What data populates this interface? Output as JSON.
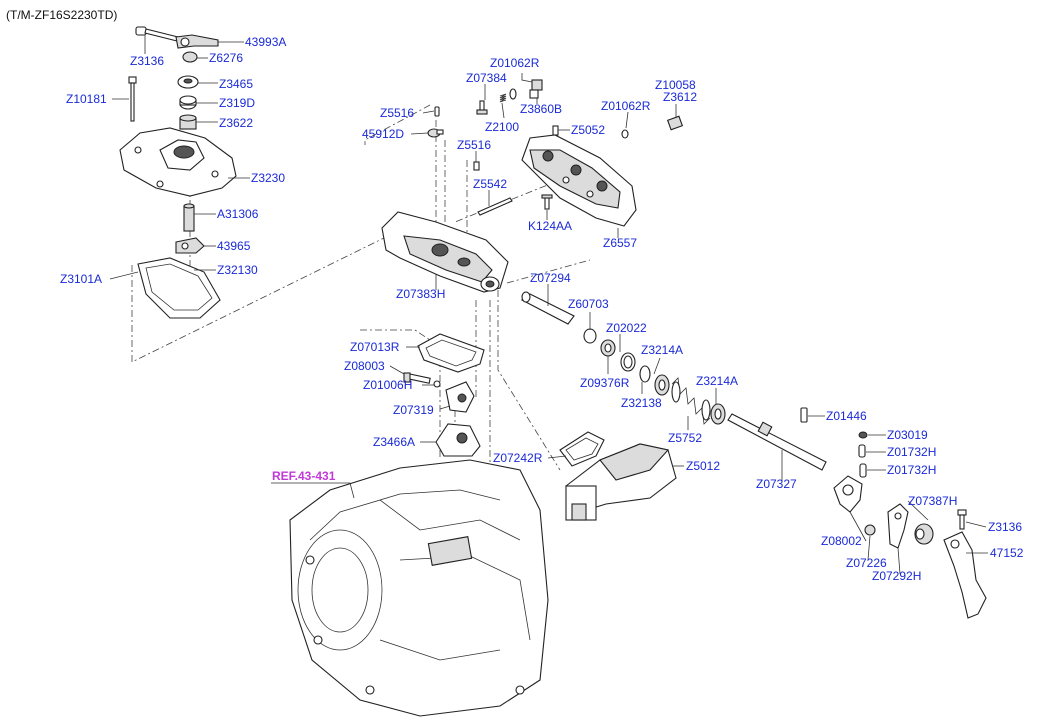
{
  "header": {
    "model": "(T/M-ZF16S2230TD)"
  },
  "ref_label": "REF.43-431",
  "colors": {
    "label": "#1a2ad6",
    "ref": "#c03ad8",
    "line": "#333333"
  },
  "labels": {
    "43993A": "43993A",
    "Z3136a": "Z3136",
    "Z6276": "Z6276",
    "Z3465": "Z3465",
    "Z10181": "Z10181",
    "Z319D": "Z319D",
    "Z3622": "Z3622",
    "Z3230": "Z3230",
    "A31306": "A31306",
    "Z3101A": "Z3101A",
    "43965": "43965",
    "Z32130": "Z32130",
    "Z01062R_a": "Z01062R",
    "Z07384": "Z07384",
    "Z3860B": "Z3860B",
    "Z5516_a": "Z5516",
    "Z2100": "Z2100",
    "45912D": "45912D",
    "Z5516_b": "Z5516",
    "Z5052": "Z5052",
    "Z01062R_b": "Z01062R",
    "Z10058": "Z10058",
    "Z3612": "Z3612",
    "Z5542": "Z5542",
    "K124AA": "K124AA",
    "Z6557": "Z6557",
    "Z07383H": "Z07383H",
    "Z07294": "Z07294",
    "Z60703": "Z60703",
    "Z02022": "Z02022",
    "Z3214A_a": "Z3214A",
    "Z09376R": "Z09376R",
    "Z32138": "Z32138",
    "Z3214A_b": "Z3214A",
    "Z07013R": "Z07013R",
    "Z08003": "Z08003",
    "Z01006H": "Z01006H",
    "Z07319": "Z07319",
    "Z3466A": "Z3466A",
    "Z5752": "Z5752",
    "Z01446": "Z01446",
    "Z03019": "Z03019",
    "Z01732H_a": "Z01732H",
    "Z01732H_b": "Z01732H",
    "Z07242R": "Z07242R",
    "Z5012": "Z5012",
    "Z07327": "Z07327",
    "Z07387H": "Z07387H",
    "Z3136b": "Z3136",
    "Z08002": "Z08002",
    "Z07226": "Z07226",
    "Z07292H": "Z07292H",
    "47152": "47152"
  }
}
